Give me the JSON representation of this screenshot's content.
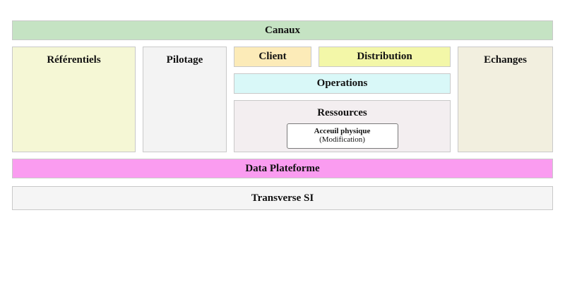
{
  "diagram": {
    "title_row": {
      "canaux": {
        "label": "Canaux",
        "color": "#c5e3c3"
      }
    },
    "columns": {
      "referentiels": {
        "label": "Référentiels",
        "color": "#f5f7d5"
      },
      "pilotage": {
        "label": "Pilotage",
        "color": "#f3f3f3"
      },
      "echanges": {
        "label": "Echanges",
        "color": "#f2efdf"
      }
    },
    "center": {
      "client": {
        "label": "Client",
        "color": "#fcebb8"
      },
      "distribution": {
        "label": "Distribution",
        "color": "#f3f7a8"
      },
      "operations": {
        "label": "Operations",
        "color": "#d9f8f8"
      },
      "ressources": {
        "label": "Ressources",
        "color": "#f3eef0",
        "items": [
          {
            "title": "Acceuil physique",
            "subtitle": "(Modification)"
          }
        ]
      }
    },
    "footer_rows": {
      "data_plateforme": {
        "label": "Data Plateforme",
        "color": "#fa9cf0"
      },
      "transverse_si": {
        "label": "Transverse SI",
        "color": "#f5f5f5"
      }
    }
  }
}
